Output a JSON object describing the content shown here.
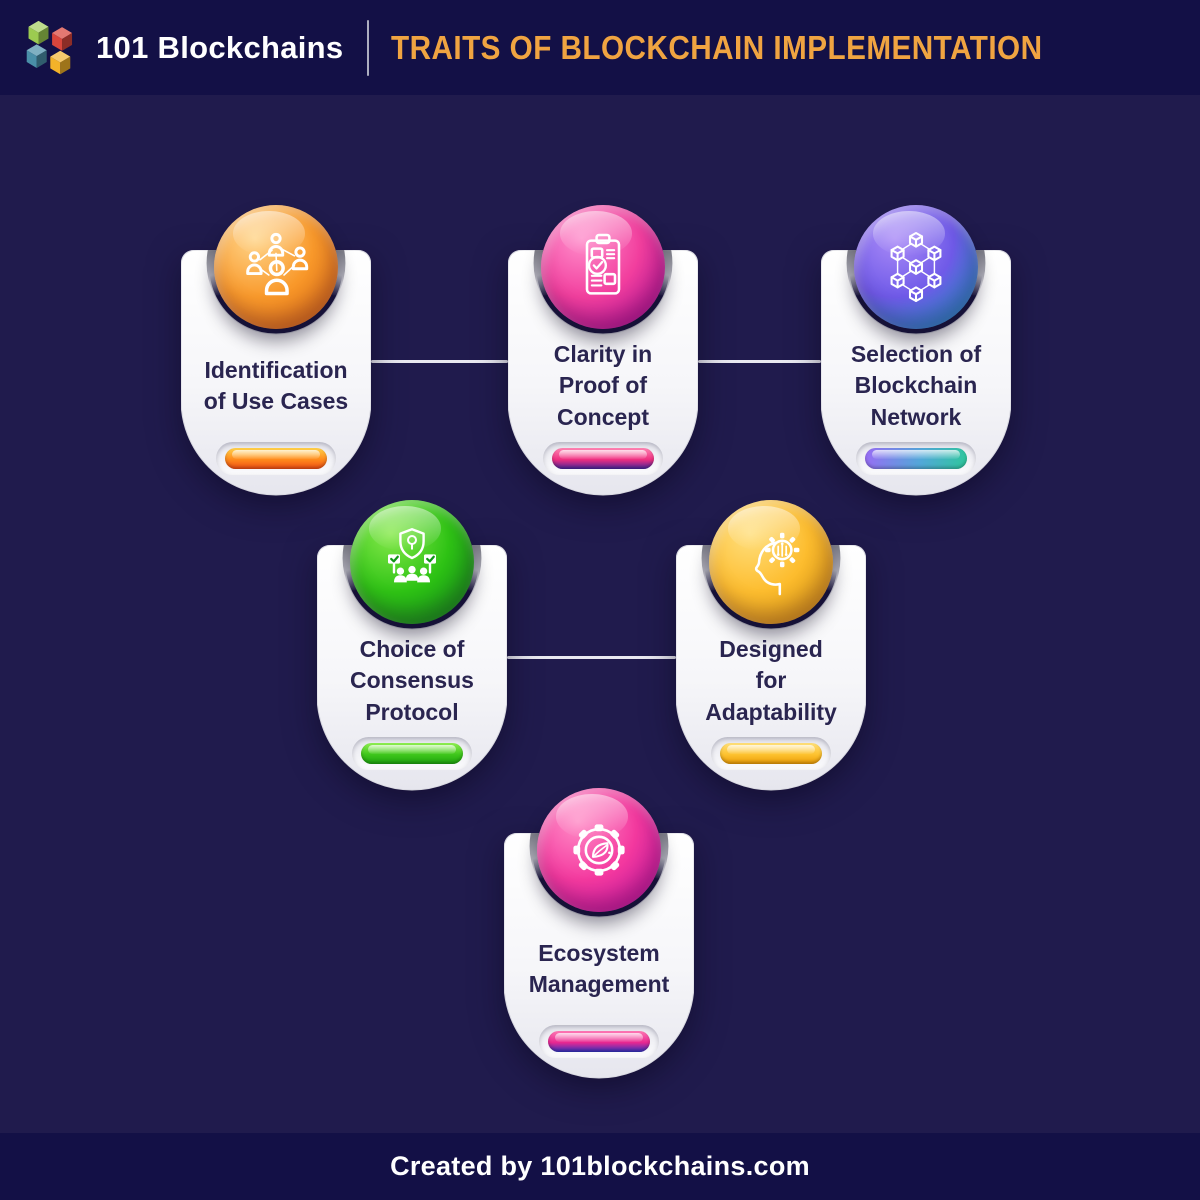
{
  "header": {
    "brand": "101 Blockchains",
    "title": "TRAITS OF BLOCKCHAIN IMPLEMENTATION",
    "colors": {
      "bar": "#131046",
      "title": "#f0a441",
      "brand_text": "#ffffff",
      "logo_cubes": [
        "#9ccb50",
        "#d8453c",
        "#4a8fa8",
        "#f3b229"
      ]
    }
  },
  "background_color": "#201b4d",
  "label_color": "#2a2550",
  "connector_color": "#e9e9f1",
  "cards": [
    {
      "label": "Identification\nof Use Cases",
      "icon": "user-network-icon",
      "circle_colors": [
        "#ffd58a",
        "#f9992b",
        "#e56f10"
      ],
      "pill_colors": [
        "#ffd24a",
        "#ff8a1c",
        "#ef4d15"
      ],
      "pill_direction": "180deg"
    },
    {
      "label": "Clarity in\nProof of\nConcept",
      "icon": "proof-of-concept-clipboard-icon",
      "circle_colors": [
        "#ff8ecb",
        "#f23f9e",
        "#b9129b"
      ],
      "pill_colors": [
        "#ff85b3",
        "#ef2f80",
        "#45269e"
      ],
      "pill_direction": "180deg"
    },
    {
      "label": "Selection of\nBlockchain\nNetwork",
      "icon": "blockchain-network-cubes-icon",
      "circle_colors": [
        "#a98af7",
        "#6f5ae8",
        "#1a9dc6"
      ],
      "pill_colors": [
        "#9a6cf5",
        "#52a8d8",
        "#2ec79b"
      ],
      "pill_direction": "100deg"
    },
    {
      "label": "Choice of\nConsensus\nProtocol",
      "icon": "consensus-voting-icon",
      "circle_colors": [
        "#86e94b",
        "#2fc315",
        "#0e9714"
      ],
      "pill_colors": [
        "#90ef52",
        "#3ec61b",
        "#1da40e"
      ],
      "pill_direction": "180deg"
    },
    {
      "label": "Designed\nfor\nAdaptability",
      "icon": "adaptability-head-gear-icon",
      "circle_colors": [
        "#ffdf7e",
        "#fdbd2f",
        "#e09a0d"
      ],
      "pill_colors": [
        "#ffe07a",
        "#fdc22f",
        "#eb9c07"
      ],
      "pill_direction": "180deg"
    },
    {
      "label": "Ecosystem\nManagement",
      "icon": "ecosystem-gear-leaf-icon",
      "circle_colors": [
        "#ff8cc6",
        "#f4399f",
        "#cb17a5"
      ],
      "pill_colors": [
        "#ff79b5",
        "#e82790",
        "#2f33c4"
      ],
      "pill_direction": "180deg"
    }
  ],
  "footer": {
    "credit": "Created by 101blockchains.com",
    "bar_color": "#131046"
  }
}
